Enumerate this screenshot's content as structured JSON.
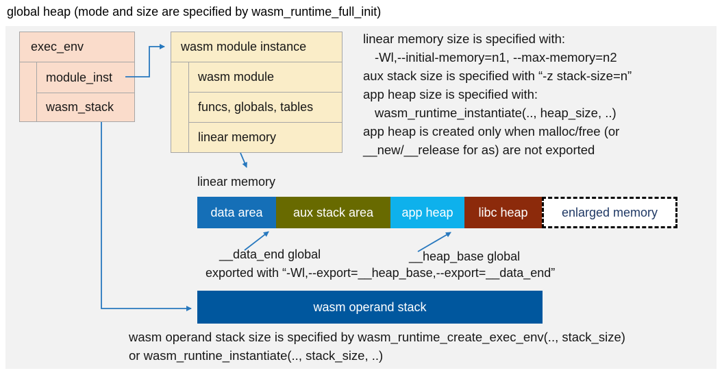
{
  "title": "global heap (mode and size are specified by wasm_runtime_full_init)",
  "exec_env": {
    "header": "exec_env",
    "children": [
      "module_inst",
      "wasm_stack"
    ]
  },
  "module_instance": {
    "header": "wasm module instance",
    "children": [
      "wasm module",
      "funcs, globals, tables",
      "linear memory"
    ]
  },
  "notes": {
    "lines": [
      "linear memory size is specified with:",
      "-Wl,--initial-memory=n1, --max-memory=n2",
      "aux stack size is specified with “-z stack-size=n”",
      "app heap size is specified with:",
      "wasm_runtime_instantiate(.., heap_size, ..)",
      "app heap is created only when malloc/free (or",
      "__new/__release for as) are not exported"
    ]
  },
  "linear_memory": {
    "label": "linear memory",
    "segments": [
      {
        "label": "data area",
        "color": "#156FB7",
        "text_color": "#FFFFFF"
      },
      {
        "label": "aux stack area",
        "color": "#686A00",
        "text_color": "#FFFFFF"
      },
      {
        "label": "app heap",
        "color": "#0EB1EC",
        "text_color": "#FFFFFF"
      },
      {
        "label": "libc heap",
        "color": "#8C2A0B",
        "text_color": "#FFFFFF"
      },
      {
        "label": "enlarged memory",
        "color": "#FFFFFF",
        "text_color": "#1F3864"
      }
    ]
  },
  "annotations": {
    "data_end": "__data_end global",
    "heap_base": "__heap_base global",
    "export_line": "exported with “-Wl,--export=__heap_base,--export=__data_end”"
  },
  "operand_stack": {
    "label": "wasm operand stack"
  },
  "footnote": {
    "lines": [
      "wasm operand stack size is specified by wasm_runtime_create_exec_env(.., stack_size)",
      "or wasm_runtine_instantiate(.., stack_size, ..)"
    ]
  },
  "colors": {
    "panel_bg": "#F2F2F2",
    "exec_env_fill": "#FADCCB",
    "module_instance_fill": "#FAEDC8",
    "box_border": "#A6A6A6",
    "operand_stack_fill": "#00579E",
    "arrow": "#2778BE",
    "enlarged_memory_text": "#1F3864"
  }
}
